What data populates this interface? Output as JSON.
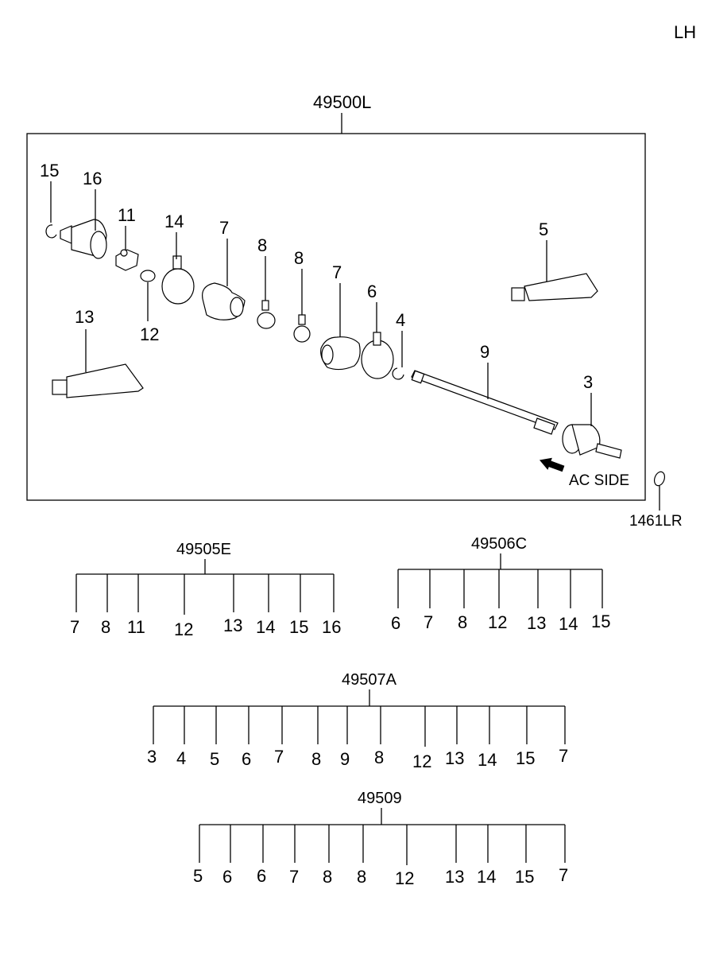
{
  "side": "LH",
  "assembly": {
    "code": "49500L",
    "ac_side": "AC SIDE",
    "external_part": "1461LR",
    "callouts": {
      "p15": "15",
      "p16": "16",
      "p11": "11",
      "p12": "12",
      "p14": "14",
      "p7a": "7",
      "p8a": "8",
      "p8b": "8",
      "p7b": "7",
      "p6": "6",
      "p4": "4",
      "p9": "9",
      "p3": "3",
      "p5": "5",
      "p13": "13"
    }
  },
  "kits": [
    {
      "code": "49505E",
      "items": [
        "7",
        "8",
        "11",
        "12",
        "13",
        "14",
        "15",
        "16"
      ]
    },
    {
      "code": "49506C",
      "items": [
        "6",
        "7",
        "8",
        "12",
        "13",
        "14",
        "15"
      ]
    },
    {
      "code": "49507A",
      "items": [
        "3",
        "4",
        "5",
        "6",
        "7",
        "8",
        "9",
        "8",
        "12",
        "13",
        "14",
        "15",
        "7"
      ]
    },
    {
      "code": "49509",
      "items": [
        "5",
        "6",
        "6",
        "7",
        "8",
        "8",
        "12",
        "13",
        "14",
        "15",
        "7"
      ]
    }
  ]
}
